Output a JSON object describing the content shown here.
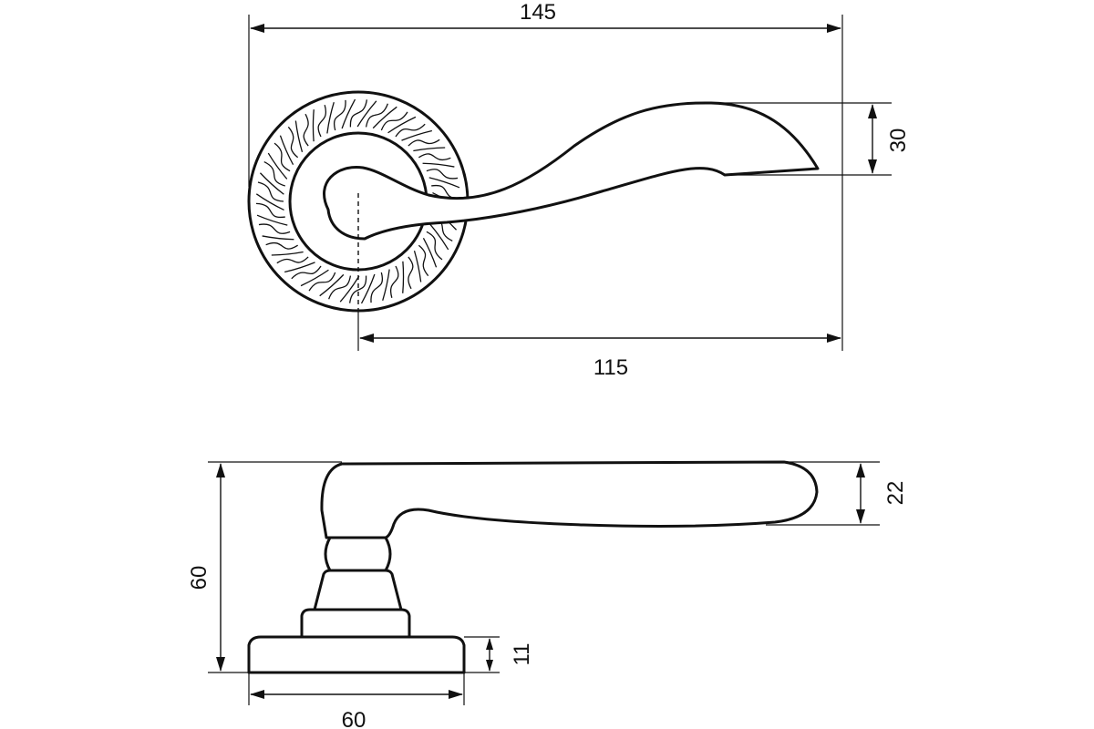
{
  "dimensions": {
    "overall_length": "145",
    "axis_to_tip": "115",
    "lever_width_top": "30",
    "lever_thickness_side": "22",
    "total_height_side": "60",
    "rosette_thickness": "11",
    "rosette_diameter": "60"
  },
  "colors": {
    "line": "#111111",
    "background": "#ffffff"
  }
}
